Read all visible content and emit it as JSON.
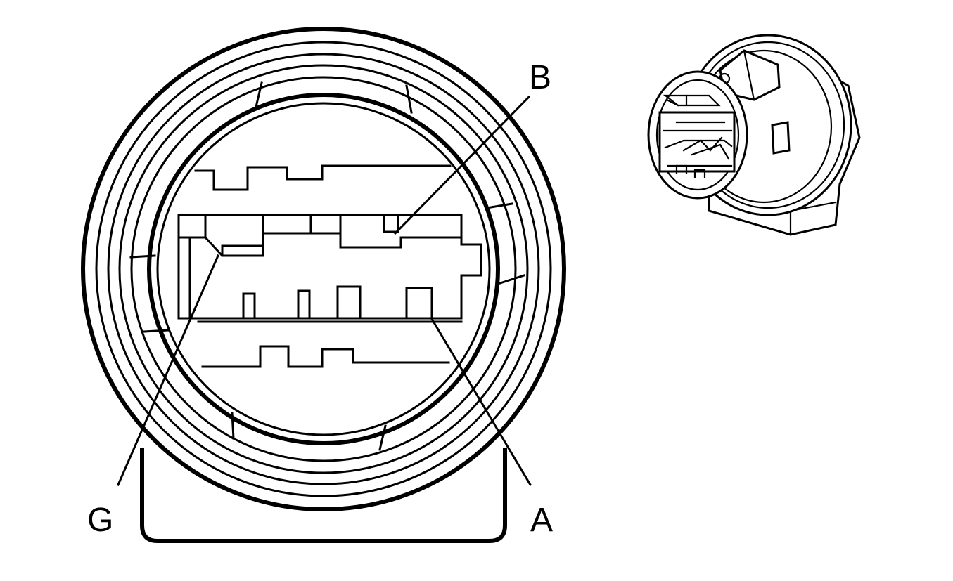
{
  "labels": {
    "b": "B",
    "g": "G",
    "a": "A"
  },
  "colors": {
    "line": "#000000",
    "background": "#ffffff"
  }
}
